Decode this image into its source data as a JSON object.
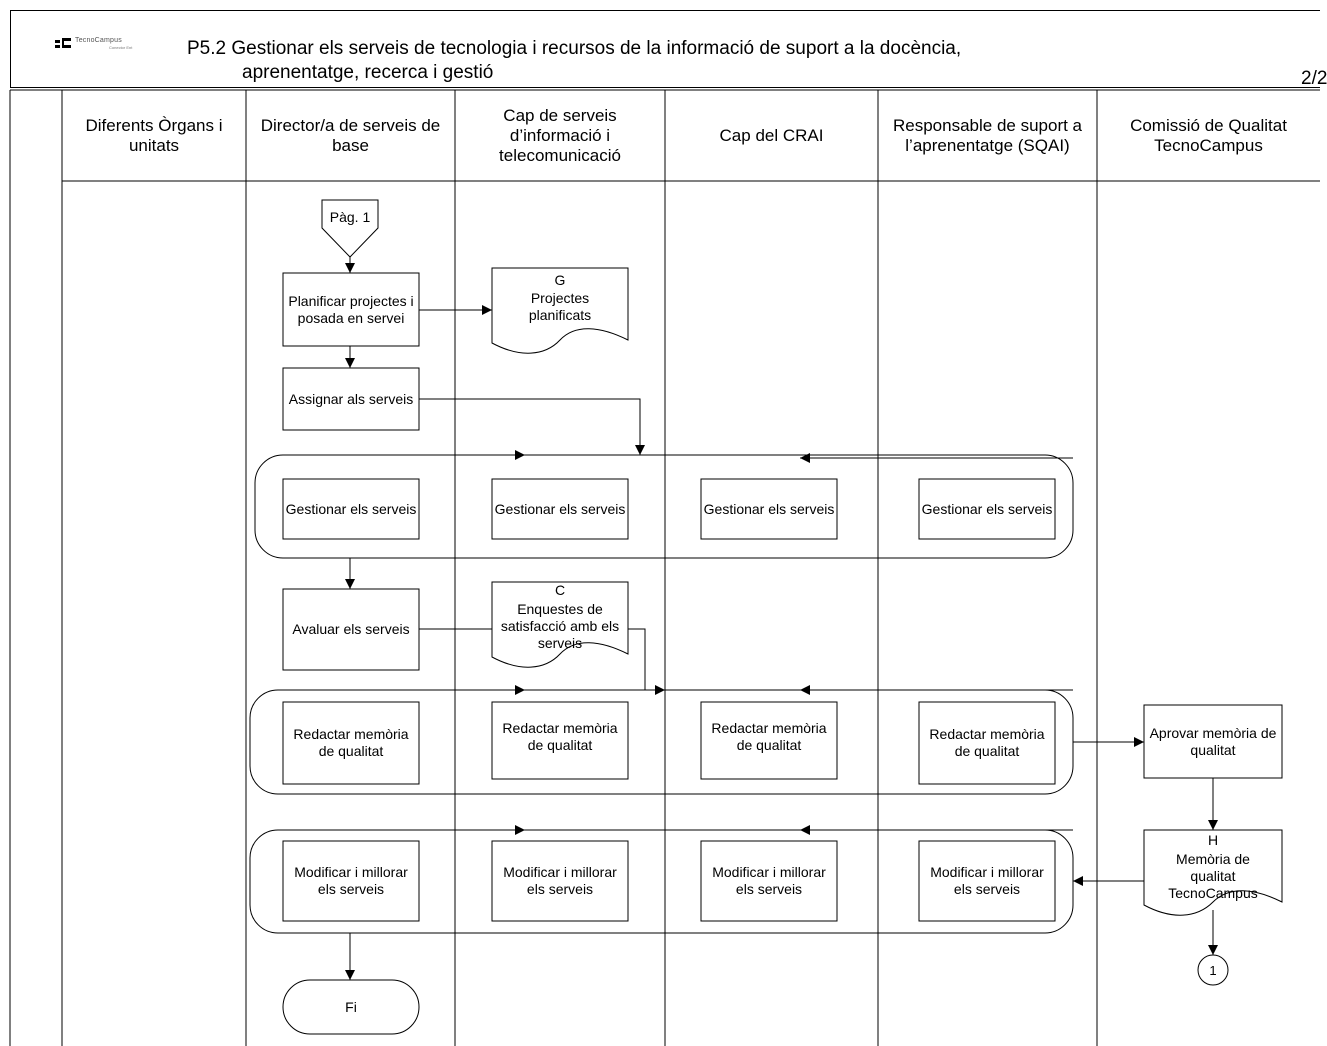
{
  "header": {
    "logo_text": "TecnoCampus",
    "logo_subtext": "Conector Ent",
    "title_line1": "P5.2 Gestionar els serveis de tecnologia i recursos de la informació de suport a la docència,",
    "title_line2": "aprenentatge, recerca i gestió",
    "page_number": "2/2"
  },
  "lanes": [
    "Diferents Òrgans i unitats",
    "Director/a de serveis de base",
    "Cap de serveis d’informació i telecomunicació",
    "Cap del CRAI",
    "Responsable de suport a l’aprenentatge (SQAI)",
    "Comissió de Qualitat TecnoCampus"
  ],
  "nodes": {
    "page_connector": "Pàg. 1",
    "plan": "Planificar projectes i posada en servei",
    "doc_g_letter": "G",
    "doc_g_text": "Projectes planificats",
    "assign": "Assignar als serveis",
    "manage": "Gestionar els serveis",
    "evaluate": "Avaluar els serveis",
    "doc_c_letter": "C",
    "doc_c_text": "Enquestes de satisfacció amb els serveis",
    "write_report": "Redactar memòria de qualitat",
    "approve_report": "Aprovar memòria de qualitat",
    "doc_h_letter": "H",
    "doc_h_text": "Memòria de qualitat TecnoCampus",
    "improve": "Modificar i millorar els serveis",
    "end": "Fi",
    "connector_1": "1"
  }
}
